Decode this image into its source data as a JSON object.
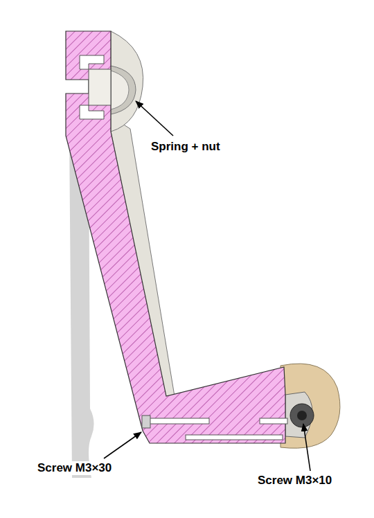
{
  "diagram": {
    "labels": [
      "Spring + nut",
      "Screw M3×30",
      "Screw M3×10"
    ]
  }
}
